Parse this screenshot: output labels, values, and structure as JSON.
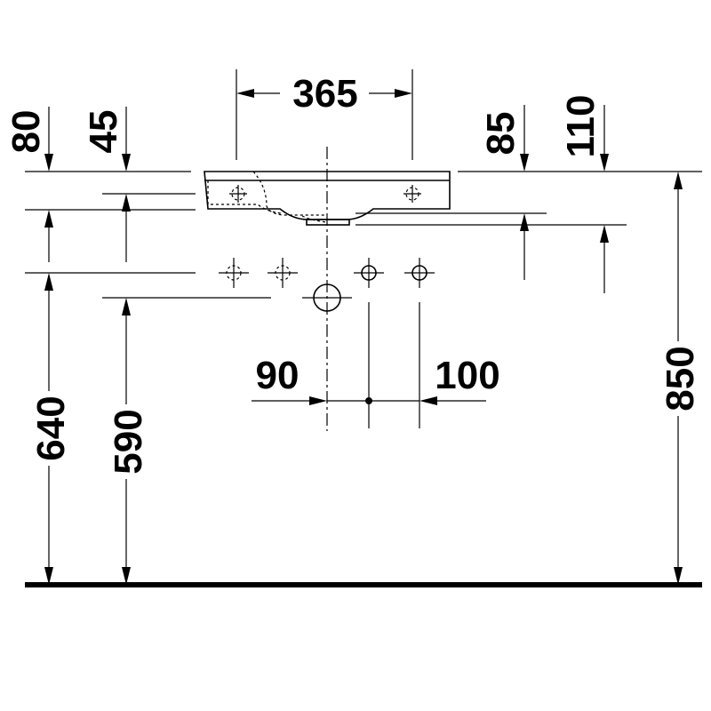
{
  "dimensions": {
    "tap_hole_spacing": "365",
    "rim_to_overflow": "80",
    "rim_to_tap_inlet": "45",
    "rim_to_bowl_bottom": "85",
    "rim_to_waste_bottom": "110",
    "floor_to_supply_height": "640",
    "floor_to_waste_height": "590",
    "floor_to_rim_height": "850",
    "waste_to_left_supply": "90",
    "waste_to_right_supply": "100"
  }
}
